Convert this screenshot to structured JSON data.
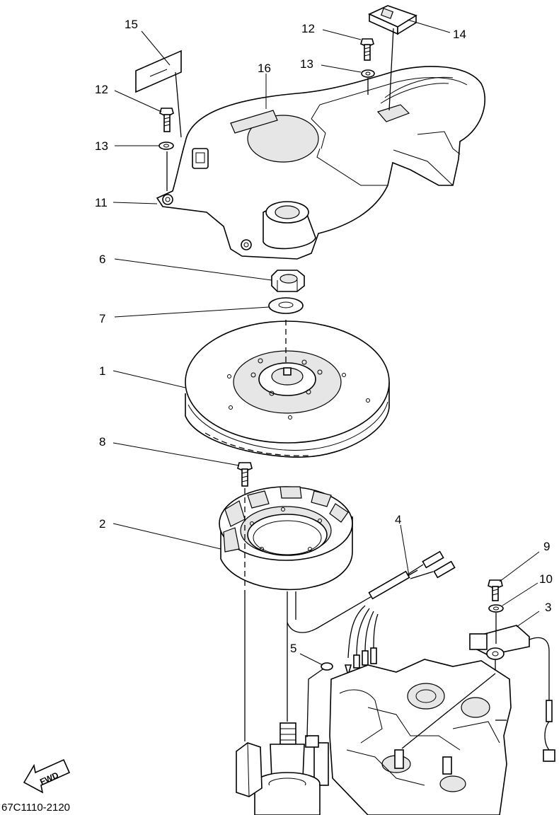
{
  "callouts": {
    "c1": "1",
    "c2": "2",
    "c3": "3",
    "c4": "4",
    "c5": "5",
    "c6": "6",
    "c7": "7",
    "c8": "8",
    "c9": "9",
    "c10": "10",
    "c11": "11",
    "c12a": "12",
    "c12b": "12",
    "c13a": "13",
    "c13b": "13",
    "c14": "14",
    "c15": "15",
    "c16": "16"
  },
  "fwd_label": "FWD",
  "drawing_code": "67C1110-2120"
}
